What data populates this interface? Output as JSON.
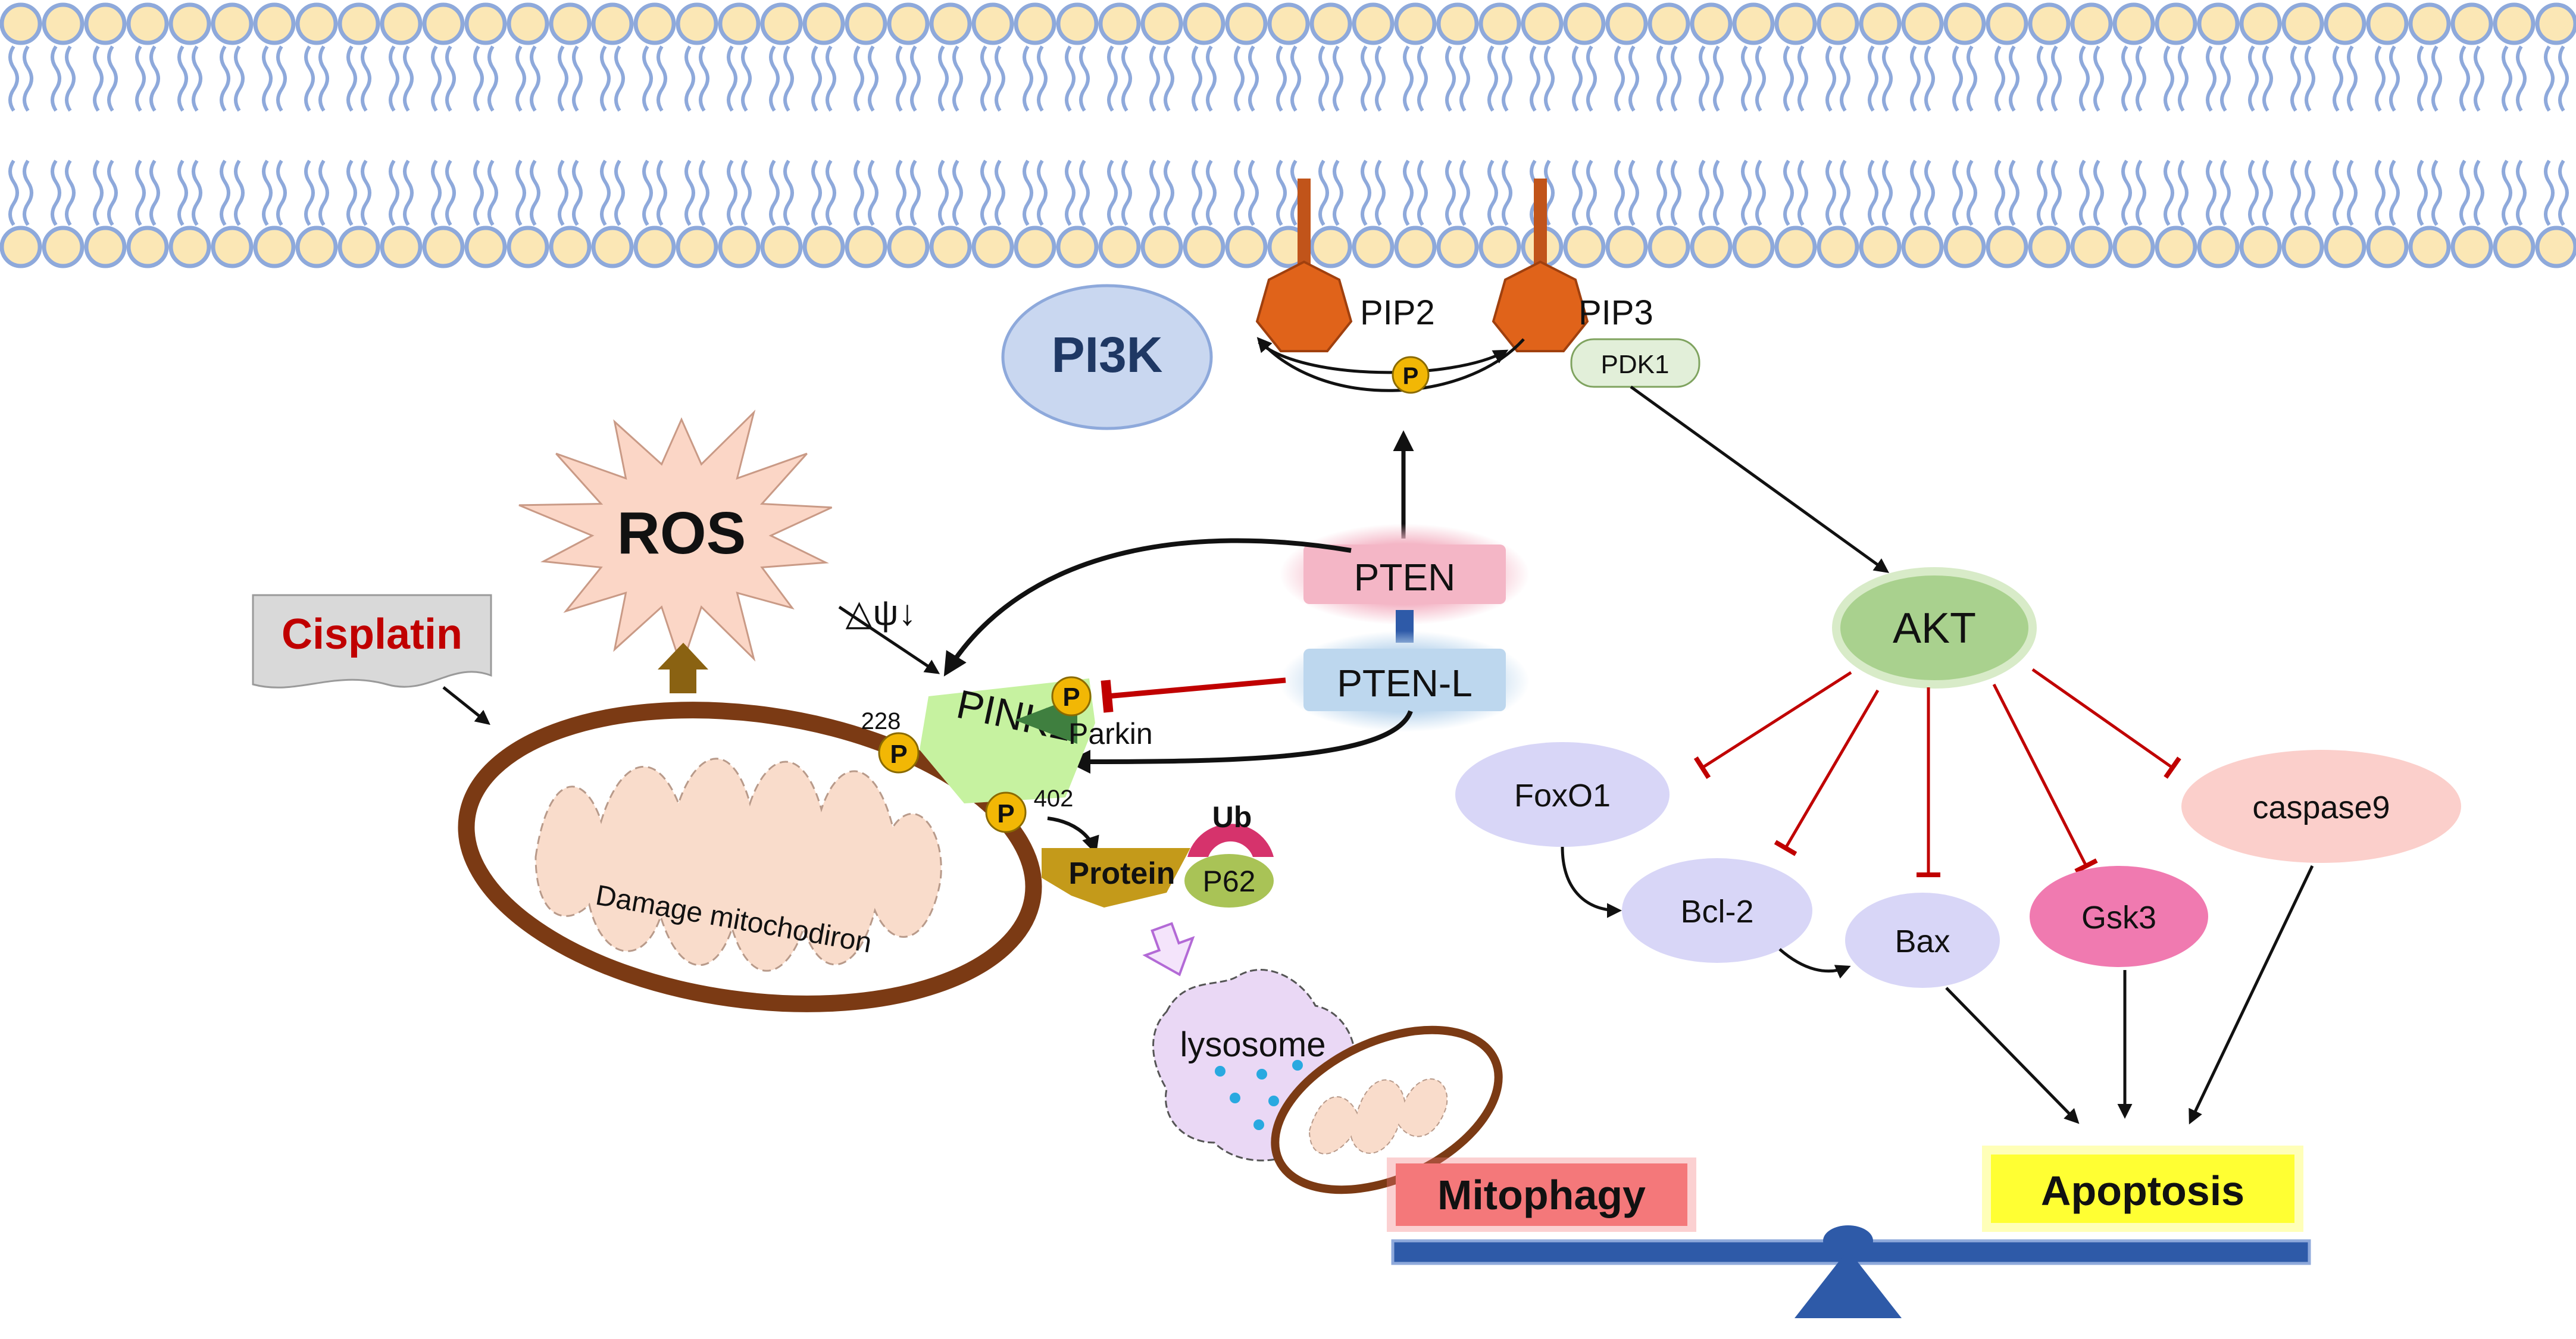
{
  "membrane": {
    "head_color": "#fbe7b5",
    "edge_color": "#8ea9db",
    "tail_color": "#8ea9db"
  },
  "nodes": {
    "pi3k": "PI3K",
    "pip2": "PIP2",
    "pip3": "PIP3",
    "pdk1": "PDK1",
    "p": "P",
    "ros": "ROS",
    "cisplatin": "Cisplatin",
    "delta_psi": "△ψ↓",
    "pten": "PTEN",
    "pten_l": "PTEN-L",
    "pink1": "PINK1",
    "parkin": "Parkin",
    "site_228": "228",
    "site_402": "402",
    "mito_label": "Damage mitochodiron",
    "protein": "Protein",
    "ub": "Ub",
    "p62": "P62",
    "lysosome": "lysosome",
    "akt": "AKT",
    "foxo1": "FoxO1",
    "bcl2": "Bcl-2",
    "bax": "Bax",
    "gsk3": "Gsk3",
    "caspase9": "caspase9",
    "mitophagy": "Mitophagy",
    "apoptosis": "Apoptosis"
  },
  "colors": {
    "pi3k": "#c9d7f0",
    "pip": "#e0631a",
    "pip_stem": "#c1541a",
    "phospho": "#f2b705",
    "ros": "#fbd6c6",
    "cisplatin": "#d9d9d9",
    "cisplatin_text": "#c00000",
    "pten": "#f4b6c6",
    "pten_l": "#bdd7ee",
    "pink1": "#c6f2a0",
    "parkin": "#3f7f3f",
    "mito_outer": "#7b3a14",
    "mito_inner": "#f9dccb",
    "protein": "#c49a1a",
    "ub": "#d6336c",
    "p62": "#a9c356",
    "lysosome": "#ead8f5",
    "akt": "#a9d18e",
    "node_lavender": "#d8d6f7",
    "gsk3": "#f07ab0",
    "caspase9": "#fbcfcb",
    "mitophagy": "#f4787a",
    "apoptosis": "#ffff33",
    "seesaw": "#2e5aa8",
    "inhibit": "#c00000"
  }
}
